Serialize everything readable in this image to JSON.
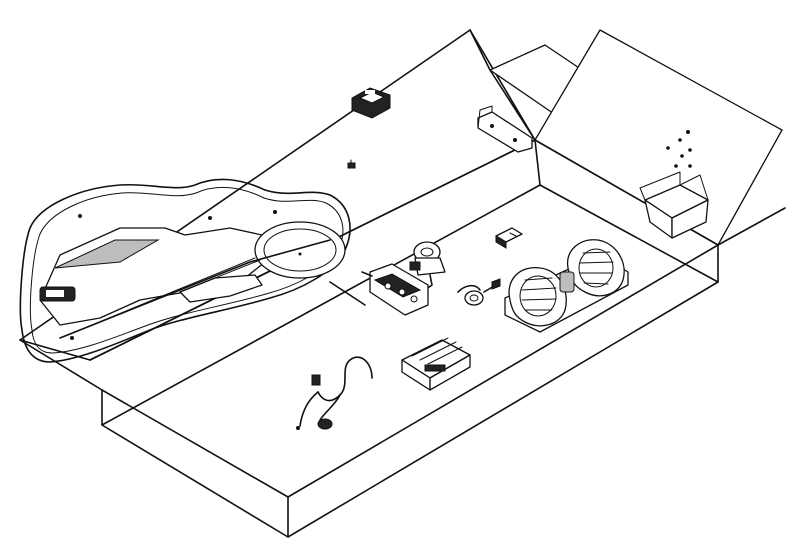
{
  "image": {
    "description_free": true,
    "colors": {
      "line": "#111111",
      "background": "#ffffff"
    }
  },
  "components": [
    {
      "name": "box",
      "icon": "open-box-outline"
    },
    {
      "name": "heater-core-housing",
      "icon": "housing-shell-with-gasket"
    },
    {
      "name": "control-panel",
      "icon": "control-panel-module"
    },
    {
      "name": "mounting-bracket",
      "icon": "bracket-strip"
    },
    {
      "name": "hardware-bag",
      "icon": "small-carton-with-screws"
    },
    {
      "name": "blower-motor-assembly",
      "icon": "twin-squirrel-cage-blower"
    },
    {
      "name": "control-valve",
      "icon": "valve-with-knob"
    },
    {
      "name": "switch-harness",
      "icon": "wire-harness"
    },
    {
      "name": "thermostat-switch",
      "icon": "coil-switch"
    },
    {
      "name": "fuse-connector",
      "icon": "small-connector"
    },
    {
      "name": "control-head",
      "icon": "switch-block"
    },
    {
      "name": "evaporator-cover",
      "icon": "finned-module"
    }
  ]
}
